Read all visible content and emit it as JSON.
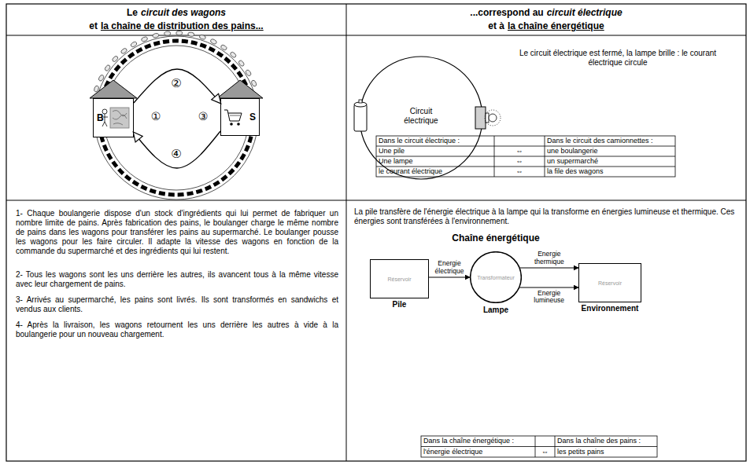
{
  "diagram": {
    "nodes": [
      {
        "text": [
          "B"
        ]
      },
      {
        "text": [
          "S"
        ]
      },
      {
        "text": [
          "Réservoir",
          "Pile"
        ]
      },
      {
        "text": [
          "Transformateur",
          "Lampe"
        ]
      },
      {
        "text": [
          "Réservoir",
          "Environnement"
        ]
      }
    ],
    "edges": [
      {
        "from": 0,
        "to": 1,
        "label": "②",
        "arrow": "to"
      },
      {
        "from": 1,
        "to": 0,
        "label": "④",
        "arrow": "to"
      },
      {
        "from": 2,
        "to": 3,
        "label": "Energie électrique",
        "arrow": "to"
      },
      {
        "from": 3,
        "to": 4,
        "label": "Energie thermique",
        "arrow": "to"
      },
      {
        "from": 3,
        "to": 4,
        "label": "Energie lumineuse",
        "arrow": "to"
      }
    ],
    "labels": [
      "Le",
      "circuit des wagons",
      "et",
      "la chaîne de distribution des pains...",
      "...correspond au",
      "circuit électrique",
      "et à",
      "la chaîne énergétique",
      "①",
      "③",
      "Circuit électrique",
      "Le circuit électrique est fermé, la lampe brille : le courant électrique circule",
      "Dans le circuit électrique :",
      "Dans le circuit des camionnettes :",
      "Une pile",
      "⇔",
      "une boulangerie",
      "Une lampe",
      "⇔",
      "un supermarché",
      "le courant électrique",
      "⇔",
      "la file des wagons",
      "1- Chaque boulangerie dispose d'un stock d'ingrédients qui lui permet de fabriquer un nombre limite de pains. Après fabrication des pains, le boulanger charge le même nombre de pains dans les wagons pour transférer les pains au supermarché. Le boulanger pousse les wagons pour les faire circuler. Il adapte la vitesse des wagons en fonction de la commande du supermarché et des ingrédients qui lui restent.",
      "2- Tous les wagons sont les uns derrière les autres, ils avancent tous à la même vitesse avec leur chargement de pains.",
      "3- Arrivés au supermarché, les pains sont livrés. Ils sont transformés en sandwichs et vendus aux clients.",
      "4- Après la livraison, les wagons retournent les uns derrière les autres à vide à la boulangerie pour un nouveau chargement.",
      "La pile transfère de l'énergie électrique à la lampe qui la transforme en énergies lumineuse et thermique. Ces énergies sont transférées à l'environnement.",
      "Chaîne énergétique",
      "Dans la chaîne énergétique :",
      "Dans la chaîne des pains :",
      "l'énergie électrique",
      "⇔",
      "les petits pains"
    ]
  }
}
